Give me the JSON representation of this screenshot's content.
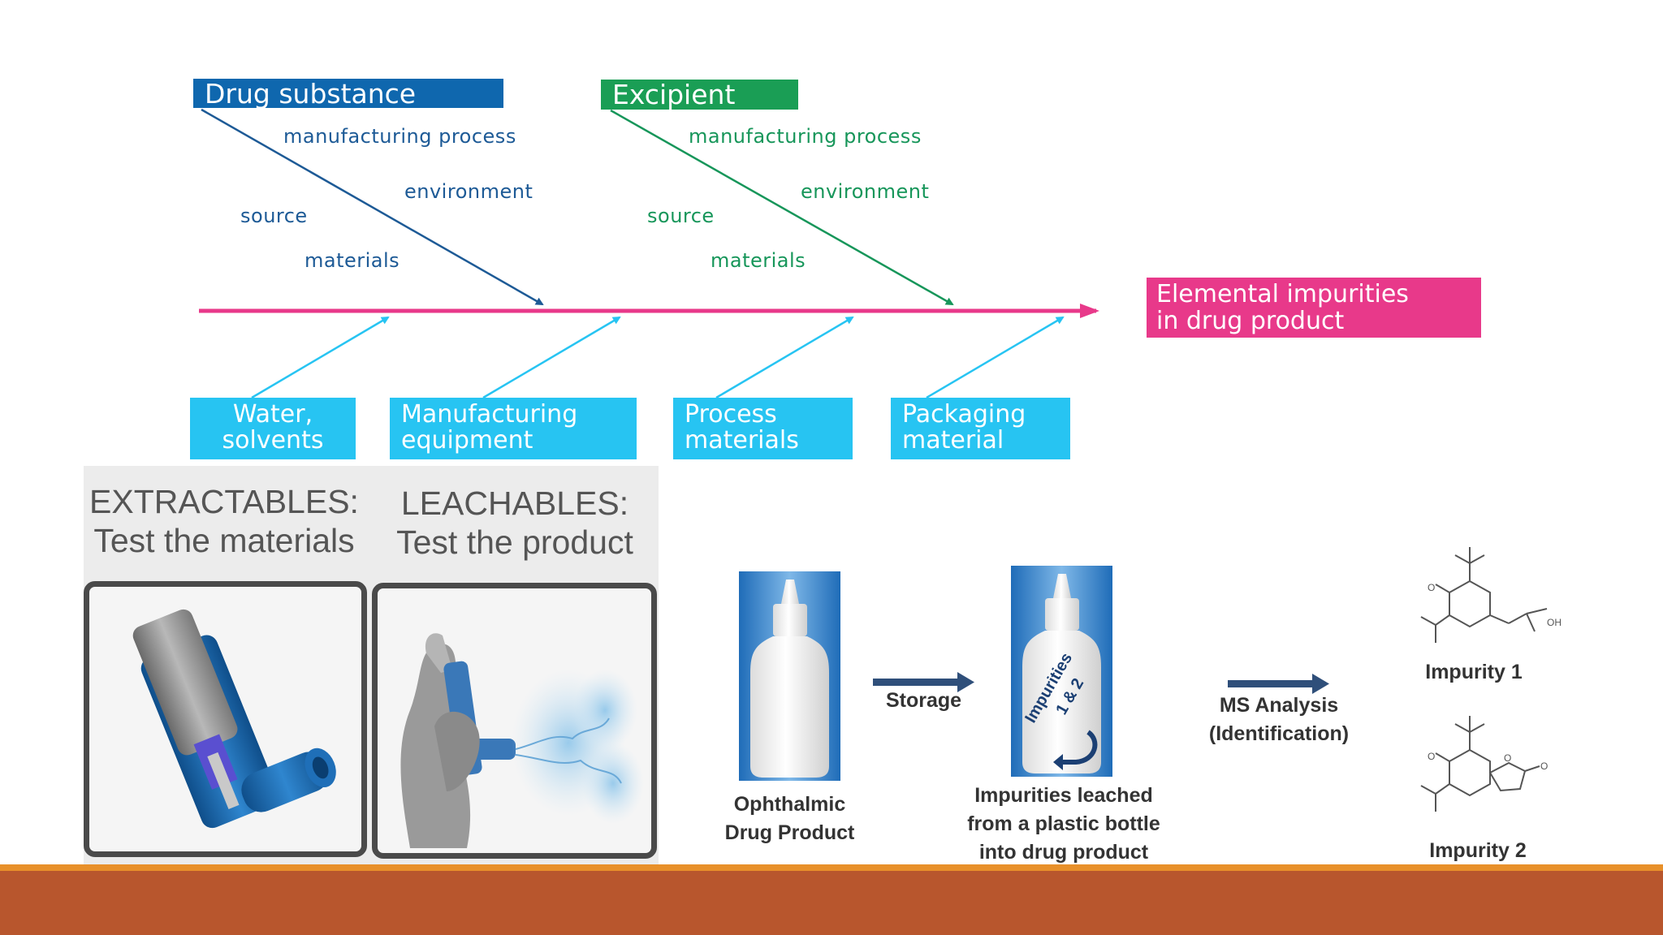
{
  "fishbone": {
    "drug_substance": {
      "title": "Drug substance",
      "manufacturing": "manufacturing  process",
      "environment": "environment",
      "source": "source",
      "materials": "materials"
    },
    "excipient": {
      "title": "Excipient",
      "manufacturing": "manufacturing  process",
      "environment": "environment",
      "source": "source",
      "materials": "materials"
    },
    "effect": {
      "line1": "Elemental impurities",
      "line2": "in drug product"
    },
    "causes": [
      {
        "line1": "Water,",
        "line2": "solvents"
      },
      {
        "line1": "Manufacturing",
        "line2": "equipment"
      },
      {
        "line1": "Process",
        "line2": "materials"
      },
      {
        "line1": "Packaging",
        "line2": "material"
      }
    ]
  },
  "extractables": {
    "title": "EXTRACTABLES:",
    "subtitle": "Test the materials"
  },
  "leachables": {
    "title": "LEACHABLES:",
    "subtitle": "Test the product"
  },
  "workflow": {
    "product_line1": "Ophthalmic",
    "product_line2": "Drug Product",
    "storage": "Storage",
    "bottle_label_line1": "Impurities",
    "bottle_label_line2": "1 & 2",
    "leached_line1": "Impurities leached",
    "leached_line2": "from a plastic bottle",
    "leached_line3": "into drug product",
    "ms_line1": "MS Analysis",
    "ms_line2": "(Identification)",
    "impurity1": "Impurity 1",
    "impurity2": "Impurity 2",
    "oh_label": "OH",
    "o_label": "O"
  },
  "colors": {
    "drug_substance": "#0f67ae",
    "excipient": "#1a9e55",
    "spine": "#e8398a",
    "cause": "#27c4f2",
    "footer": "#b8562d",
    "footer_line": "#e8902a",
    "workflow_arrow": "#2f4f7a"
  }
}
